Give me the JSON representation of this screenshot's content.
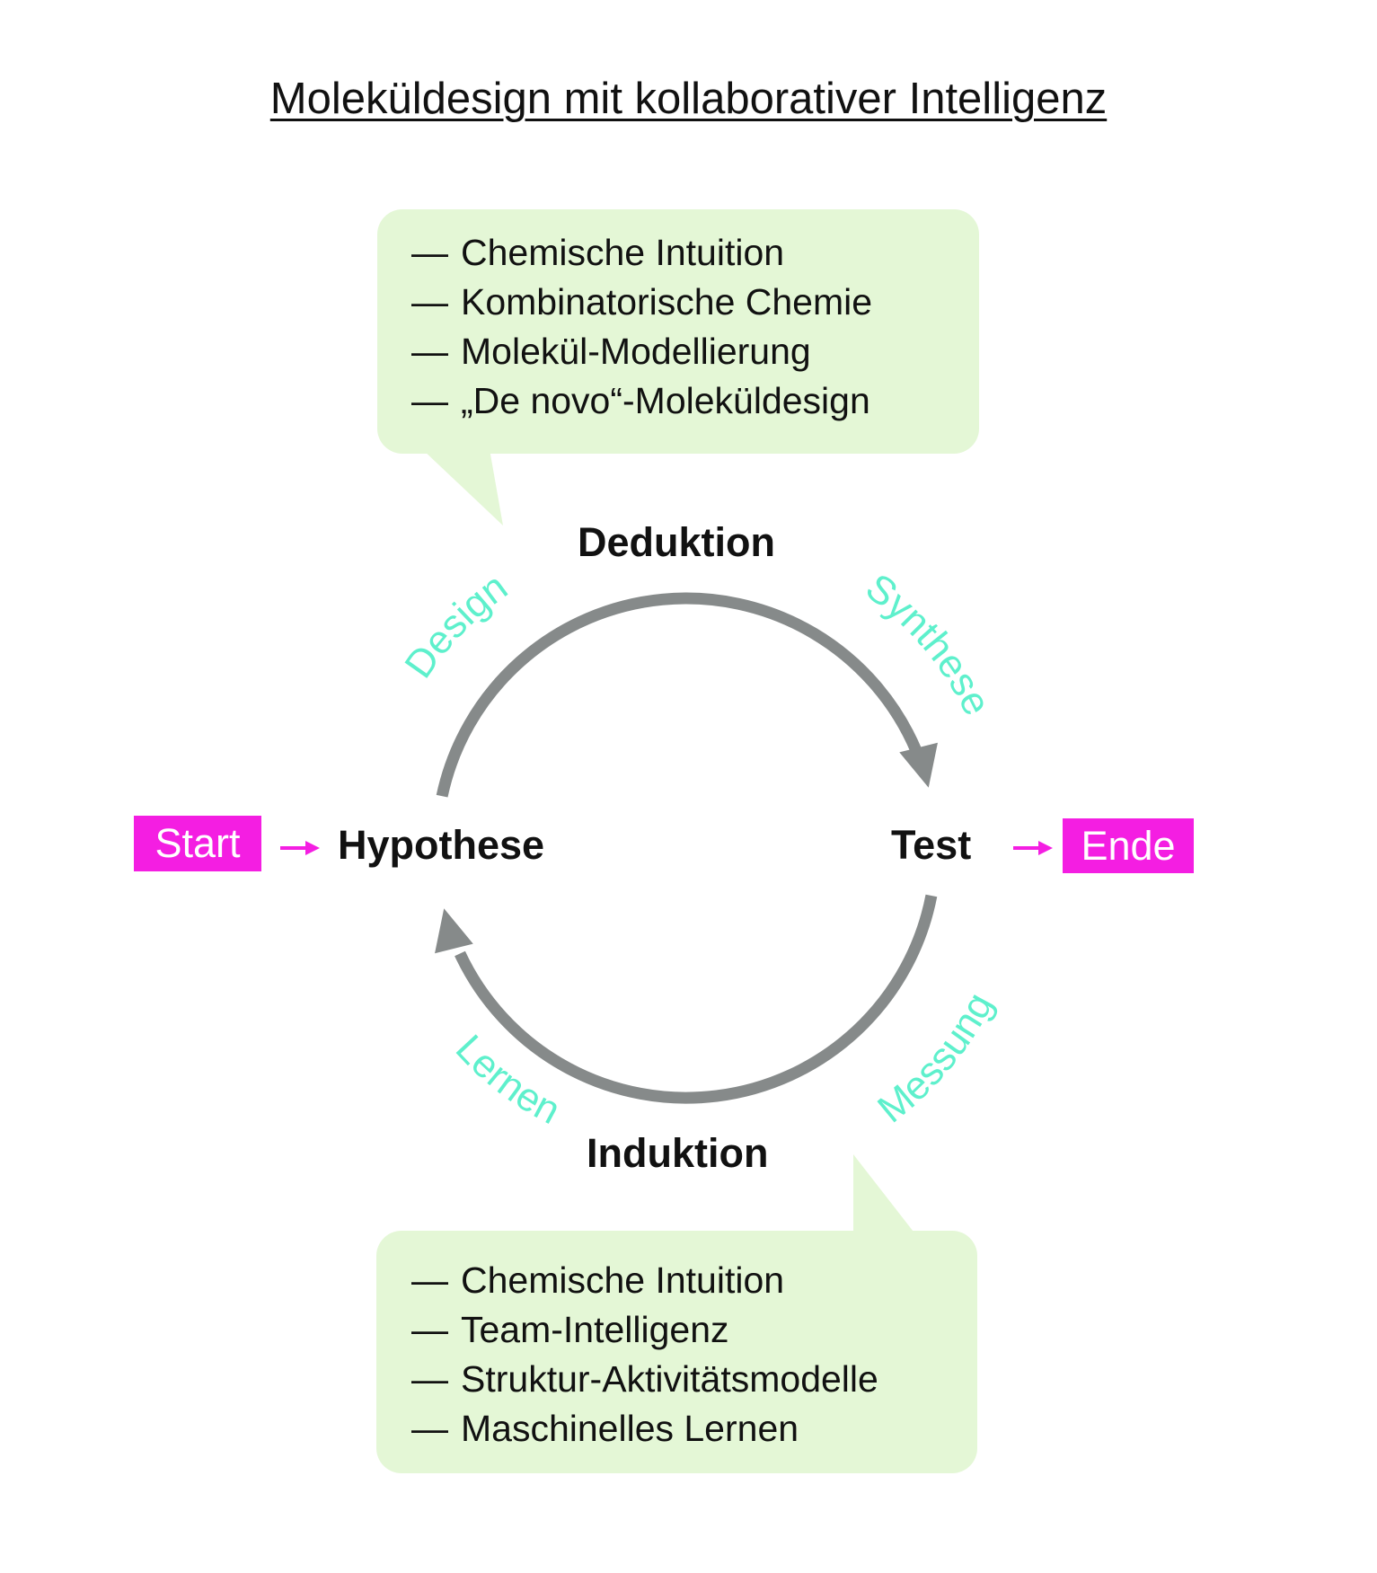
{
  "title": "Moleküldesign mit kollaborativer Intelligenz",
  "colors": {
    "callout_bg": "#e4f7d6",
    "cycle_arrow": "#868a8a",
    "phase_label": "#5ef0cc",
    "terminal_bg": "#f41ee2",
    "terminal_text": "#ffffff",
    "text": "#111111"
  },
  "nodes": {
    "top": "Deduktion",
    "right": "Test",
    "bottom": "Induktion",
    "left": "Hypothese"
  },
  "terminals": {
    "start": "Start",
    "end": "Ende"
  },
  "phases": {
    "design": "Design",
    "synthese": "Synthese",
    "messung": "Messung",
    "lernen": "Lernen"
  },
  "callouts": {
    "deduction": {
      "bullet": "—",
      "items": [
        "Chemische Intuition",
        "Kombinatorische Chemie",
        "Molekül-Modellierung",
        "„De novo“-Moleküldesign"
      ]
    },
    "induction": {
      "bullet": "—",
      "items": [
        "Chemische Intuition",
        "Team-Intelligenz",
        "Struktur-Aktivitätsmodelle",
        "Maschinelles Lernen"
      ]
    }
  }
}
